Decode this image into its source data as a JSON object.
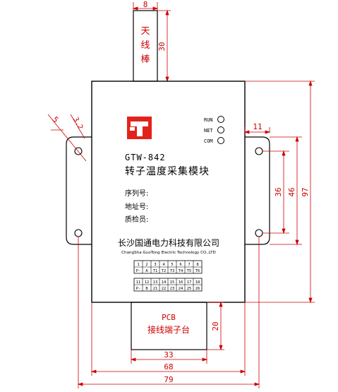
{
  "antenna": {
    "label_lines": [
      "天",
      "线",
      "棒"
    ],
    "width_dim": "8",
    "height_dim": "30"
  },
  "device": {
    "model": "GTW-842",
    "name": "转子温度采集模块",
    "fields": [
      "序列号:",
      "地址号:",
      "质检员:"
    ],
    "indicators": [
      "RUN",
      "NET",
      "COM"
    ],
    "company_cn": "长沙国通电力科技有限公司",
    "company_en": "ChangSha GuoTong Electric Technology CO.,LTD",
    "logo_letter": "T",
    "logo_color": "#e2231a"
  },
  "terminal_table_top": {
    "row1": [
      "1",
      "2",
      "3",
      "4",
      "5",
      "6",
      "7",
      "8"
    ],
    "row2": [
      "P-",
      "A",
      "T1",
      "T2",
      "T3",
      "T4",
      "T5",
      "T6"
    ]
  },
  "terminal_table_bottom": {
    "row1": [
      "11",
      "12",
      "13",
      "14",
      "15",
      "16",
      "17",
      "18"
    ],
    "row2": [
      "P-",
      "B",
      "21",
      "22",
      "23",
      "24",
      "25",
      "26"
    ]
  },
  "terminal_block": {
    "line1": "PCB",
    "line2": "接线端子台"
  },
  "dimensions": {
    "hole_d": "5",
    "chamfer": "3.2",
    "offset_right": "11",
    "hole_pitch_inner": "36",
    "hole_pitch_outer": "46",
    "total_height": "97",
    "terminal_height": "20",
    "terminal_width": "33",
    "body_width": "68",
    "total_width": "79"
  },
  "colors": {
    "outline": "#000000",
    "dimension": "#cc0000",
    "text_red": "#cc0000"
  }
}
